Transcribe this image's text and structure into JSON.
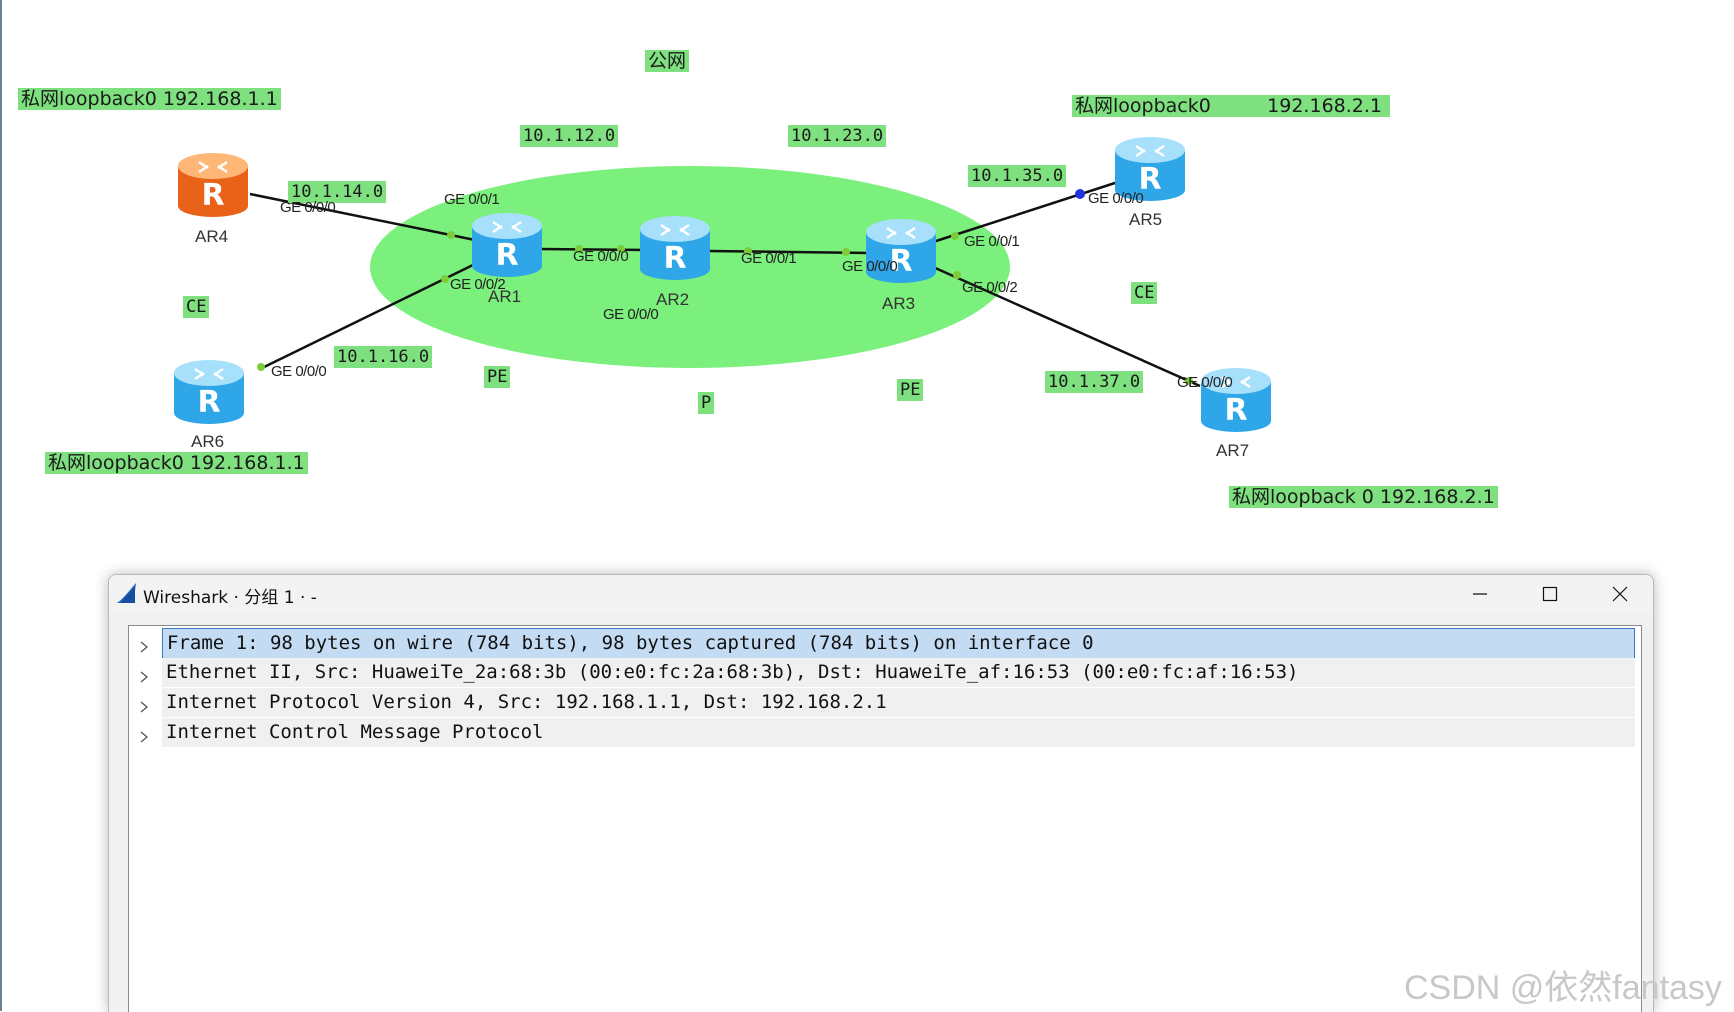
{
  "topology": {
    "region_label": "公网",
    "routers": [
      {
        "id": "AR1",
        "name": "AR1",
        "color": "blue"
      },
      {
        "id": "AR2",
        "name": "AR2",
        "color": "blue"
      },
      {
        "id": "AR3",
        "name": "AR3",
        "color": "blue"
      },
      {
        "id": "AR4",
        "name": "AR4",
        "color": "orange"
      },
      {
        "id": "AR5",
        "name": "AR5",
        "color": "blue"
      },
      {
        "id": "AR6",
        "name": "AR6",
        "color": "blue"
      },
      {
        "id": "AR7",
        "name": "AR7",
        "color": "blue"
      }
    ],
    "networks": {
      "n12": "10.1.12.0",
      "n23": "10.1.23.0",
      "n14": "10.1.14.0",
      "n35": "10.1.35.0",
      "n16": "10.1.16.0",
      "n37": "10.1.37.0"
    },
    "roles": {
      "ce_left": "CE",
      "ce_right": "CE",
      "pe_left": "PE",
      "pe_right": "PE",
      "p": "P"
    },
    "loopbacks": {
      "ar4": "私网loopback0 192.168.1.1",
      "ar5_name": "私网loopback0",
      "ar5_ip": "192.168.2.1",
      "ar6": "私网loopback0 192.168.1.1",
      "ar7": "私网loopback 0 192.168.2.1"
    },
    "ports": {
      "ar4_g000": "GE 0/0/0",
      "ar1_g001": "GE 0/0/1",
      "ar1_g002": "GE 0/0/2",
      "ar1_g000": "GE 0/0/0",
      "ar2_g001": "GE 0/0/1",
      "ar2_g000": "GE 0/0/0",
      "ar3_g000": "GE 0/0/0",
      "ar3_g001": "GE 0/0/1",
      "ar3_g002": "GE 0/0/2",
      "ar5_g000": "GE 0/0/0",
      "ar6_g000": "GE 0/0/0",
      "ar7_g000": "GE 0/0/0"
    },
    "colors": {
      "ellipse": "#7cf07c",
      "label_bg": "#7ee07e",
      "router_blue": "#3fb4ec",
      "router_orange": "#f47a22"
    }
  },
  "wireshark": {
    "title": "Wireshark · 分组 1 · -",
    "controls": {
      "minimize": "minimize-icon",
      "maximize": "maximize-icon",
      "close": "close-icon"
    },
    "tree": [
      {
        "text": "Frame 1: 98 bytes on wire (784 bits), 98 bytes captured (784 bits) on interface 0",
        "selected": true
      },
      {
        "text": "Ethernet II, Src: HuaweiTe_2a:68:3b (00:e0:fc:2a:68:3b), Dst: HuaweiTe_af:16:53 (00:e0:fc:af:16:53)",
        "selected": false
      },
      {
        "text": "Internet Protocol Version 4, Src: 192.168.1.1, Dst: 192.168.2.1",
        "selected": false
      },
      {
        "text": "Internet Control Message Protocol",
        "selected": false
      }
    ]
  },
  "watermark": "CSDN @依然fantasy ,"
}
